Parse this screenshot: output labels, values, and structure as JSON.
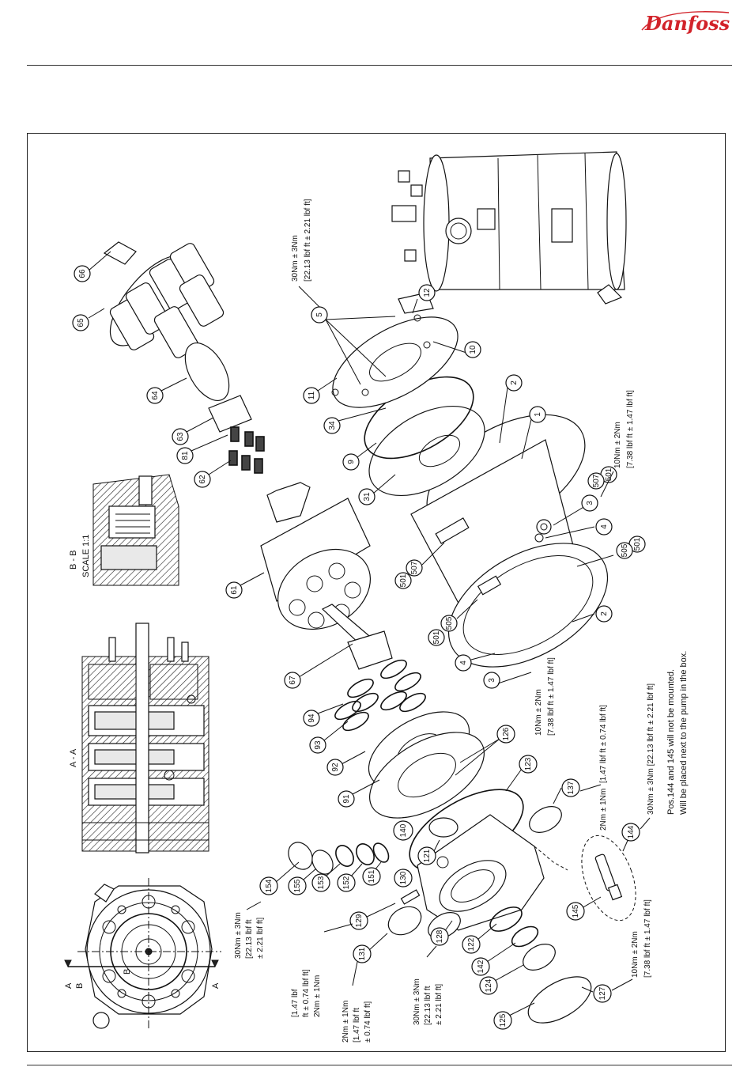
{
  "header": {
    "brand": "Danfoss"
  },
  "sections": {
    "aa": "A - A",
    "bb_title": "B - B",
    "bb_scale": "SCALE 1:1",
    "mark_a": "A",
    "mark_b": "B"
  },
  "callouts": [
    "66",
    "65",
    "64",
    "63",
    "81",
    "62",
    "61",
    "67",
    "94",
    "93",
    "92",
    "91",
    "140",
    "154",
    "155",
    "153",
    "152",
    "151",
    "130",
    "121",
    "129",
    "131",
    "128",
    "122",
    "142",
    "124",
    "125",
    "127",
    "145",
    "144",
    "137",
    "123",
    "126",
    "3",
    "4",
    "2",
    "1",
    "505",
    "501",
    "507",
    "31",
    "9",
    "34",
    "11",
    "5",
    "12",
    "10"
  ],
  "torque_notes": {
    "t1": "30Nm ± 3Nm",
    "t1b": "[22.13 lbf ft ± 2.21 lbf ft]",
    "t2": "10Nm ± 2Nm",
    "t2b": "[7.38 lbf ft ± 1.47 lbf ft]",
    "t3": "10Nm ± 2Nm",
    "t3b": "[7.38 lbf ft ± 1.47 lbf ft]",
    "t4": "2Nm ± 1Nm",
    "t4b": "[1.47 lbf ft ± 0.74 lbf ft]",
    "t5": "30Nm ± 3Nm [22.13 lbf ft ± 2.21 lbf ft]",
    "t6": "10Nm ± 2Nm",
    "t6b": "[7.38 lbf ft ± 1.47 lbf ft]",
    "t7a": "30Nm ± 3Nm",
    "t7b": "[22.13 lbf ft",
    "t7c": "± 2.21 lbf ft]",
    "t8a": "[1.47 lbf",
    "t8b": "ft ± 0.74 lbf ft]",
    "t8c": "2Nm ± 1Nm",
    "t9a": "2Nm ± 1Nm",
    "t9b": "[1.47 lbf ft",
    "t9c": "± 0.74 lbf ft]",
    "t10a": "30Nm ± 3Nm",
    "t10b": "[22.13 lbf ft",
    "t10c": "± 2.21 lbf ft]"
  },
  "note": {
    "line1": "Pos.144 and 145 will not be mounted.",
    "line2": "Will be placed next to the pump in the box."
  }
}
